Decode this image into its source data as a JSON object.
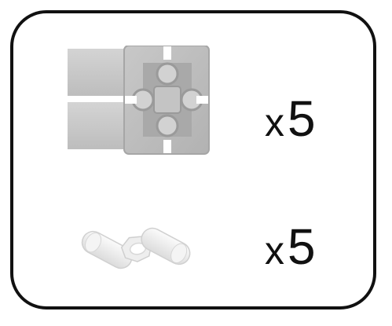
{
  "items": [
    {
      "icon": "aluminum-profile-block-icon",
      "quantity_prefix": "x",
      "quantity_value": "5"
    },
    {
      "icon": "connector-pin-icon",
      "quantity_prefix": "x",
      "quantity_value": "5"
    }
  ],
  "colors": {
    "border": "#111111",
    "profile_light": "#c9c9c9",
    "profile_dark": "#9e9e9e",
    "connector": "#ececec"
  }
}
